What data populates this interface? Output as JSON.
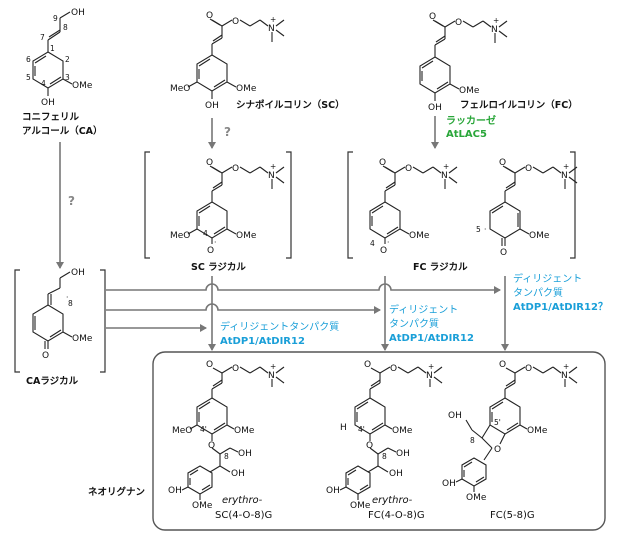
{
  "labels": {
    "ca_name_1": "コニフェリル",
    "ca_name_2": "アルコール（CA）",
    "sc_name": "シナポイルコリン（SC）",
    "fc_name": "フェルロイルコリン（FC）",
    "laccase_1": "ラッカーゼ",
    "laccase_2": "AtLAC5",
    "sc_radical": "SC ラジカル",
    "fc_radical": "FC ラジカル",
    "ca_radical": "CAラジカル",
    "neolignan": "ネオリグナン",
    "question": "?",
    "dirigent_mid_1": "ディリジェントタンパク質",
    "dirigent_mid_2": "AtDP1/AtDIR12",
    "dirigent_right_1": "ディリジェント",
    "dirigent_right_2": "タンパク質",
    "dirigent_right_3": "AtDP1/AtDIR12",
    "dirigent_far_1": "ディリジェント",
    "dirigent_far_2": "タンパク質",
    "dirigent_far_3": "AtDP1/AtDIR12？",
    "prod1_italic": "erythro-",
    "prod1_name": "SC(4-O-8)G",
    "prod2_italic": "erythro-",
    "prod2_name": "FC(4-O-8)G",
    "prod3_name": "FC(5-8)G"
  },
  "atoms": {
    "oh": "OH",
    "ome": "OMe",
    "meo": "MeO",
    "o": "O",
    "o_rad": "O",
    "n_plus": "N",
    "plus": "+",
    "h": "H",
    "dot": "·"
  },
  "numbers": {
    "n1": "1",
    "n2": "2",
    "n3": "3",
    "n4": "4",
    "n5": "5",
    "n6": "6",
    "n7": "7",
    "n8": "8",
    "n9": "9",
    "n4p": "4'",
    "n5p": "5'",
    "n8p": "8"
  },
  "colors": {
    "arrow": "#777777",
    "green": "#2aa63a",
    "blue": "#1a9fd8"
  }
}
